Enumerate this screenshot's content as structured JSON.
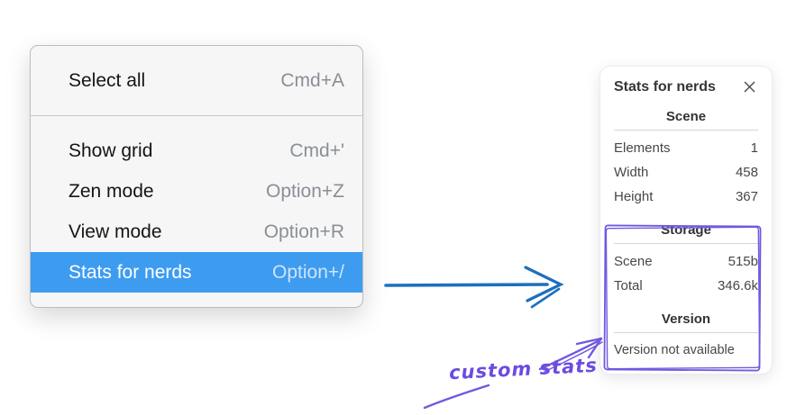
{
  "menu": {
    "groups": [
      {
        "items": [
          {
            "label": "Select all",
            "shortcut": "Cmd+A"
          }
        ]
      },
      {
        "items": [
          {
            "label": "Show grid",
            "shortcut": "Cmd+'"
          },
          {
            "label": "Zen mode",
            "shortcut": "Option+Z"
          },
          {
            "label": "View mode",
            "shortcut": "Option+R"
          },
          {
            "label": "Stats for nerds",
            "shortcut": "Option+/",
            "highlighted": true
          }
        ]
      }
    ]
  },
  "stats_panel": {
    "title": "Stats for nerds",
    "sections": [
      {
        "heading": "Scene",
        "rows": [
          {
            "label": "Elements",
            "value": "1"
          },
          {
            "label": "Width",
            "value": "458"
          },
          {
            "label": "Height",
            "value": "367"
          }
        ]
      },
      {
        "heading": "Storage",
        "rows": [
          {
            "label": "Scene",
            "value": "515b"
          },
          {
            "label": "Total",
            "value": "346.6k"
          }
        ]
      },
      {
        "heading": "Version",
        "note": "Version not available"
      }
    ]
  },
  "annotation": {
    "label": "custom stats"
  },
  "colors": {
    "menu_highlight": "#3e9cf0",
    "arrow_blue": "#1d6fbe",
    "annotation_purple": "#7158df",
    "close_icon_gray": "#4f4f4f"
  }
}
